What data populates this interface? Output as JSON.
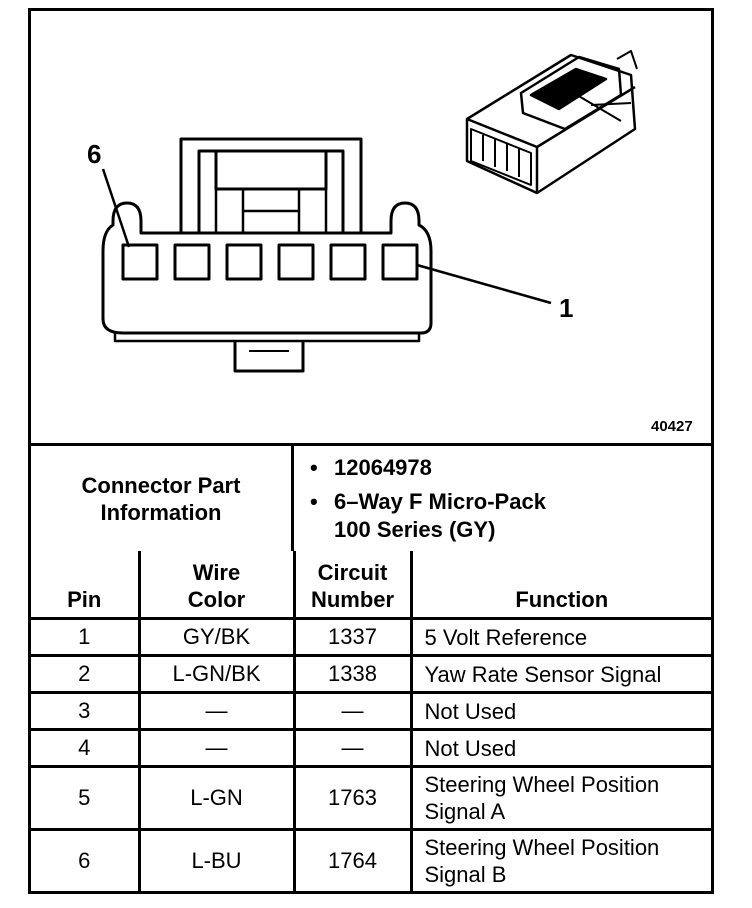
{
  "diagram": {
    "pin_label_6": "6",
    "pin_label_1": "1",
    "figure_number": "40427"
  },
  "connector_info": {
    "heading_line1": "Connector Part",
    "heading_line2": "Information",
    "part_number": "12064978",
    "description_line1": "6–Way F Micro-Pack",
    "description_line2": "100 Series (GY)"
  },
  "table": {
    "headers": {
      "pin": "Pin",
      "wire_color_line1": "Wire",
      "wire_color_line2": "Color",
      "circuit_line1": "Circuit",
      "circuit_line2": "Number",
      "function": "Function"
    },
    "rows": [
      {
        "pin": "1",
        "wire": "GY/BK",
        "circuit": "1337",
        "function_line1": "5 Volt Reference",
        "function_line2": ""
      },
      {
        "pin": "2",
        "wire": "L-GN/BK",
        "circuit": "1338",
        "function_line1": "Yaw Rate Sensor Signal",
        "function_line2": ""
      },
      {
        "pin": "3",
        "wire": "—",
        "circuit": "—",
        "function_line1": "Not Used",
        "function_line2": ""
      },
      {
        "pin": "4",
        "wire": "—",
        "circuit": "—",
        "function_line1": "Not Used",
        "function_line2": ""
      },
      {
        "pin": "5",
        "wire": "L-GN",
        "circuit": "1763",
        "function_line1": "Steering Wheel Position",
        "function_line2": "Signal A"
      },
      {
        "pin": "6",
        "wire": "L-BU",
        "circuit": "1764",
        "function_line1": "Steering Wheel Position",
        "function_line2": "Signal B"
      }
    ]
  }
}
